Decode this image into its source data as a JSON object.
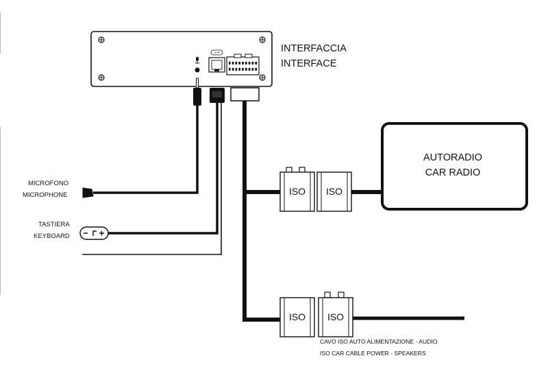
{
  "interface": {
    "label_it": "INTERFACCIA",
    "label_en": "INTERFACE"
  },
  "car_radio": {
    "label_it": "AUTORADIO",
    "label_en": "CAR RADIO"
  },
  "microphone": {
    "label_it": "MICROFONO",
    "label_en": "MICROPHONE"
  },
  "keyboard": {
    "label_it": "TASTIERA",
    "label_en": "KEYBOARD",
    "glyph": "-⌐+"
  },
  "iso_connectors": {
    "upper_left": "ISO",
    "upper_right": "ISO",
    "lower_left": "ISO",
    "lower_right": "ISO"
  },
  "iso_cable": {
    "label_it": "CAVO ISO AUTO ALIMENTAZIONE - AUDIO",
    "label_en": "ISO CAR CABLE POWER - SPEAKERS"
  },
  "port_icons": {
    "microphone": "microphone-icon",
    "keyboard": "keyboard-port-icon"
  },
  "colors": {
    "line": "#111111",
    "background": "#ffffff"
  }
}
